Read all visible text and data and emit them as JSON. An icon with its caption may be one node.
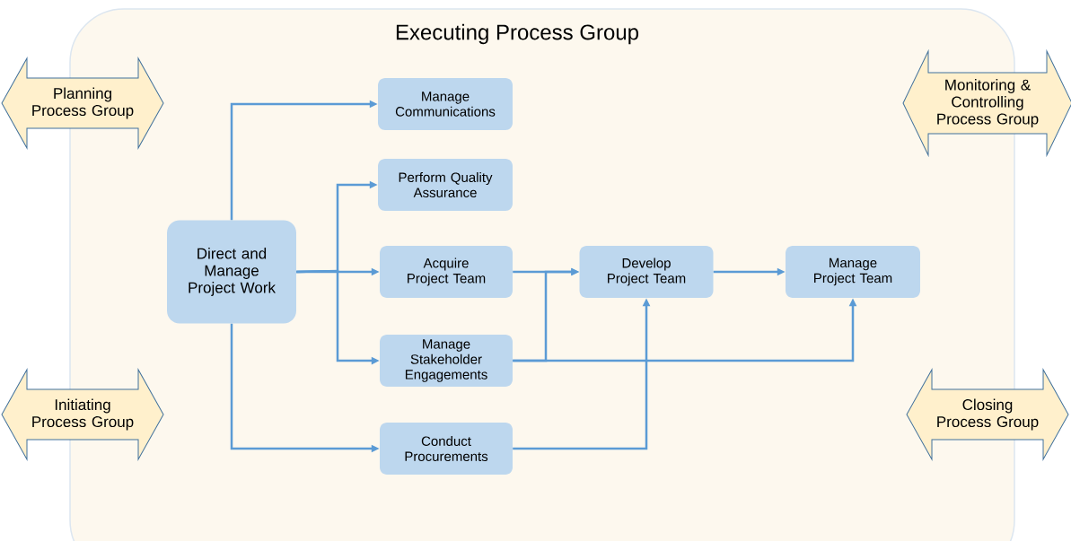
{
  "diagram": {
    "nodes": [
      {
        "text": [
          "Executing Process Group"
        ]
      },
      {
        "text": [
          "Planning Process Group"
        ]
      },
      {
        "text": [
          "Monitoring & Controlling Process Group"
        ]
      },
      {
        "text": [
          "Initiating Process Group"
        ]
      },
      {
        "text": [
          "Closing Process Group"
        ]
      },
      {
        "text": [
          "Direct and Manage Project Work"
        ],
        "in": 0
      },
      {
        "text": [
          "Manage Communications"
        ],
        "in": 0
      },
      {
        "text": [
          "Perform Quality Assurance"
        ],
        "in": 0
      },
      {
        "text": [
          "Acquire Project Team"
        ],
        "in": 0
      },
      {
        "text": [
          "Manage Stakeholder Engagements"
        ],
        "in": 0
      },
      {
        "text": [
          "Conduct Procurements"
        ],
        "in": 0
      },
      {
        "text": [
          "Develop Project Team"
        ],
        "in": 0
      },
      {
        "text": [
          "Manage Project Team"
        ],
        "in": 0
      }
    ],
    "edges": [
      {
        "from": 5,
        "to": 6,
        "arrow": "to"
      },
      {
        "from": 5,
        "to": 7,
        "arrow": "to"
      },
      {
        "from": 5,
        "to": 8,
        "arrow": "to"
      },
      {
        "from": 5,
        "to": 9,
        "arrow": "to"
      },
      {
        "from": 5,
        "to": 10,
        "arrow": "to"
      },
      {
        "from": 8,
        "to": 11,
        "arrow": "to"
      },
      {
        "from": 9,
        "to": 11,
        "arrow": "to"
      },
      {
        "from": 9,
        "to": 12,
        "arrow": "to"
      },
      {
        "from": 10,
        "to": 11,
        "arrow": "to"
      },
      {
        "from": 11,
        "to": 12,
        "arrow": "to"
      }
    ]
  }
}
